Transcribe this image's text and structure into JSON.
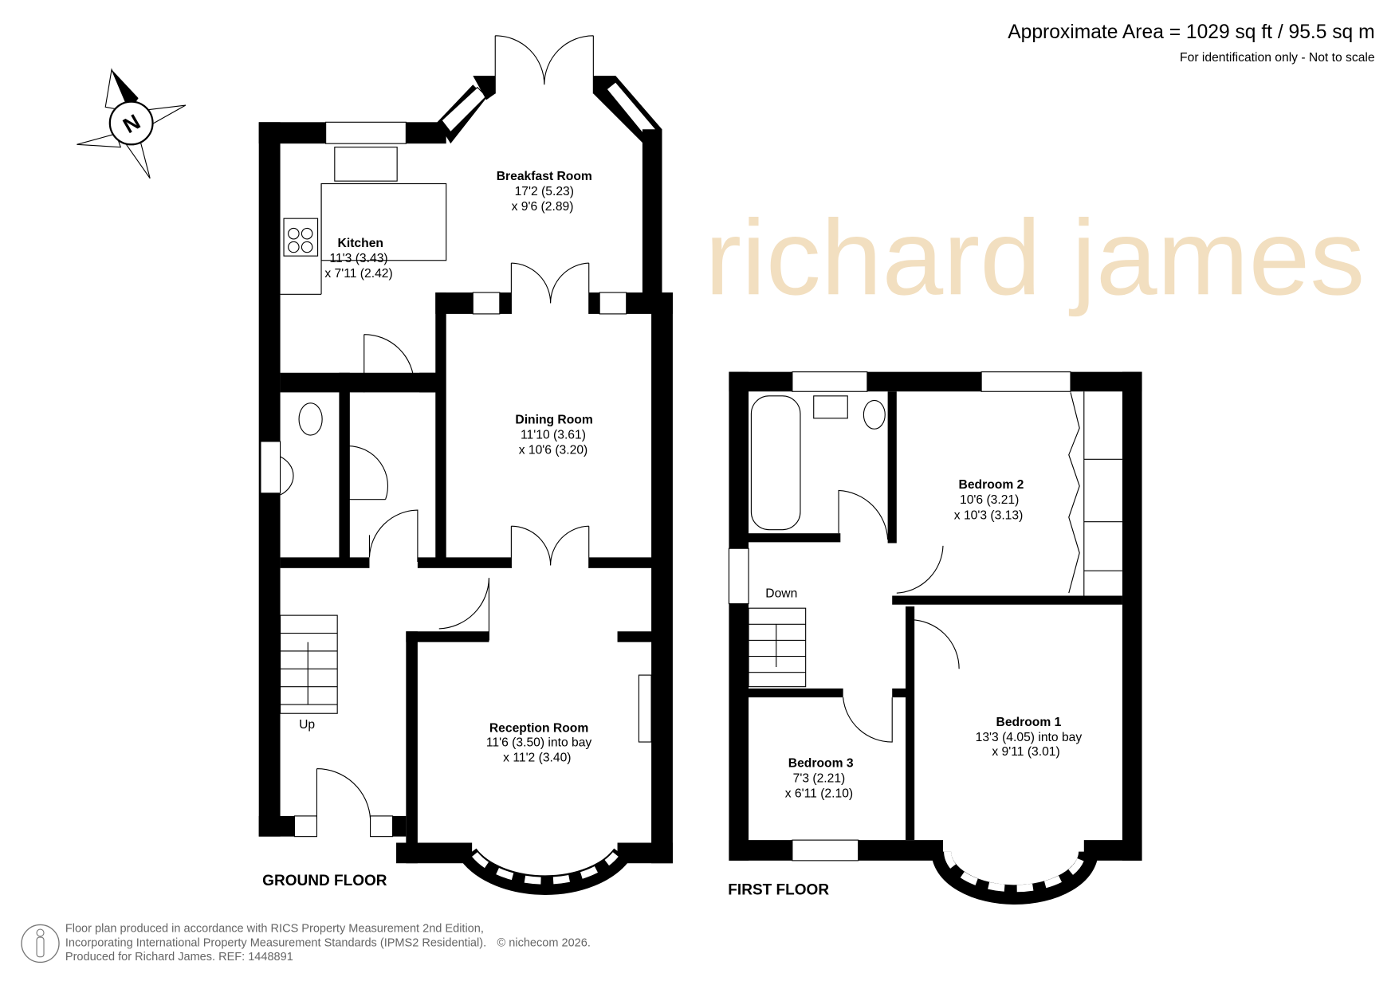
{
  "header": {
    "area": "Approximate Area = 1029 sq ft / 95.5 sq m",
    "note": "For identification only - Not to scale"
  },
  "compass": {
    "label": "N"
  },
  "watermark": "richard james",
  "ground_floor": {
    "title": "GROUND FLOOR",
    "rooms": [
      {
        "name": "Breakfast Room",
        "dim1": "17'2 (5.23)",
        "dim2": "x 9'6 (2.89)"
      },
      {
        "name": "Kitchen",
        "dim1": "11'3 (3.43)",
        "dim2": "x 7'11 (2.42)"
      },
      {
        "name": "Dining Room",
        "dim1": "11'10 (3.61)",
        "dim2": "x 10'6 (3.20)"
      },
      {
        "name": "Reception Room",
        "dim1": "11'6 (3.50) into bay",
        "dim2": "x 11'2 (3.40)"
      }
    ],
    "stairs_label": "Up"
  },
  "first_floor": {
    "title": "FIRST FLOOR",
    "rooms": [
      {
        "name": "Bedroom 2",
        "dim1": "10'6 (3.21)",
        "dim2": "x 10'3 (3.13)"
      },
      {
        "name": "Bedroom 1",
        "dim1": "13'3 (4.05) into bay",
        "dim2": "x 9'11 (3.01)"
      },
      {
        "name": "Bedroom 3",
        "dim1": "7'3 (2.21)",
        "dim2": "x 6'11 (2.10)"
      }
    ],
    "stairs_label": "Down"
  },
  "footer": {
    "line1": "Floor plan produced in accordance with RICS Property Measurement 2nd Edition,",
    "line2": "Incorporating International Property Measurement Standards (IPMS2 Residential).",
    "copyright": "© nichecom 2026.",
    "line3": "Produced for Richard James.   REF:  1448891"
  }
}
